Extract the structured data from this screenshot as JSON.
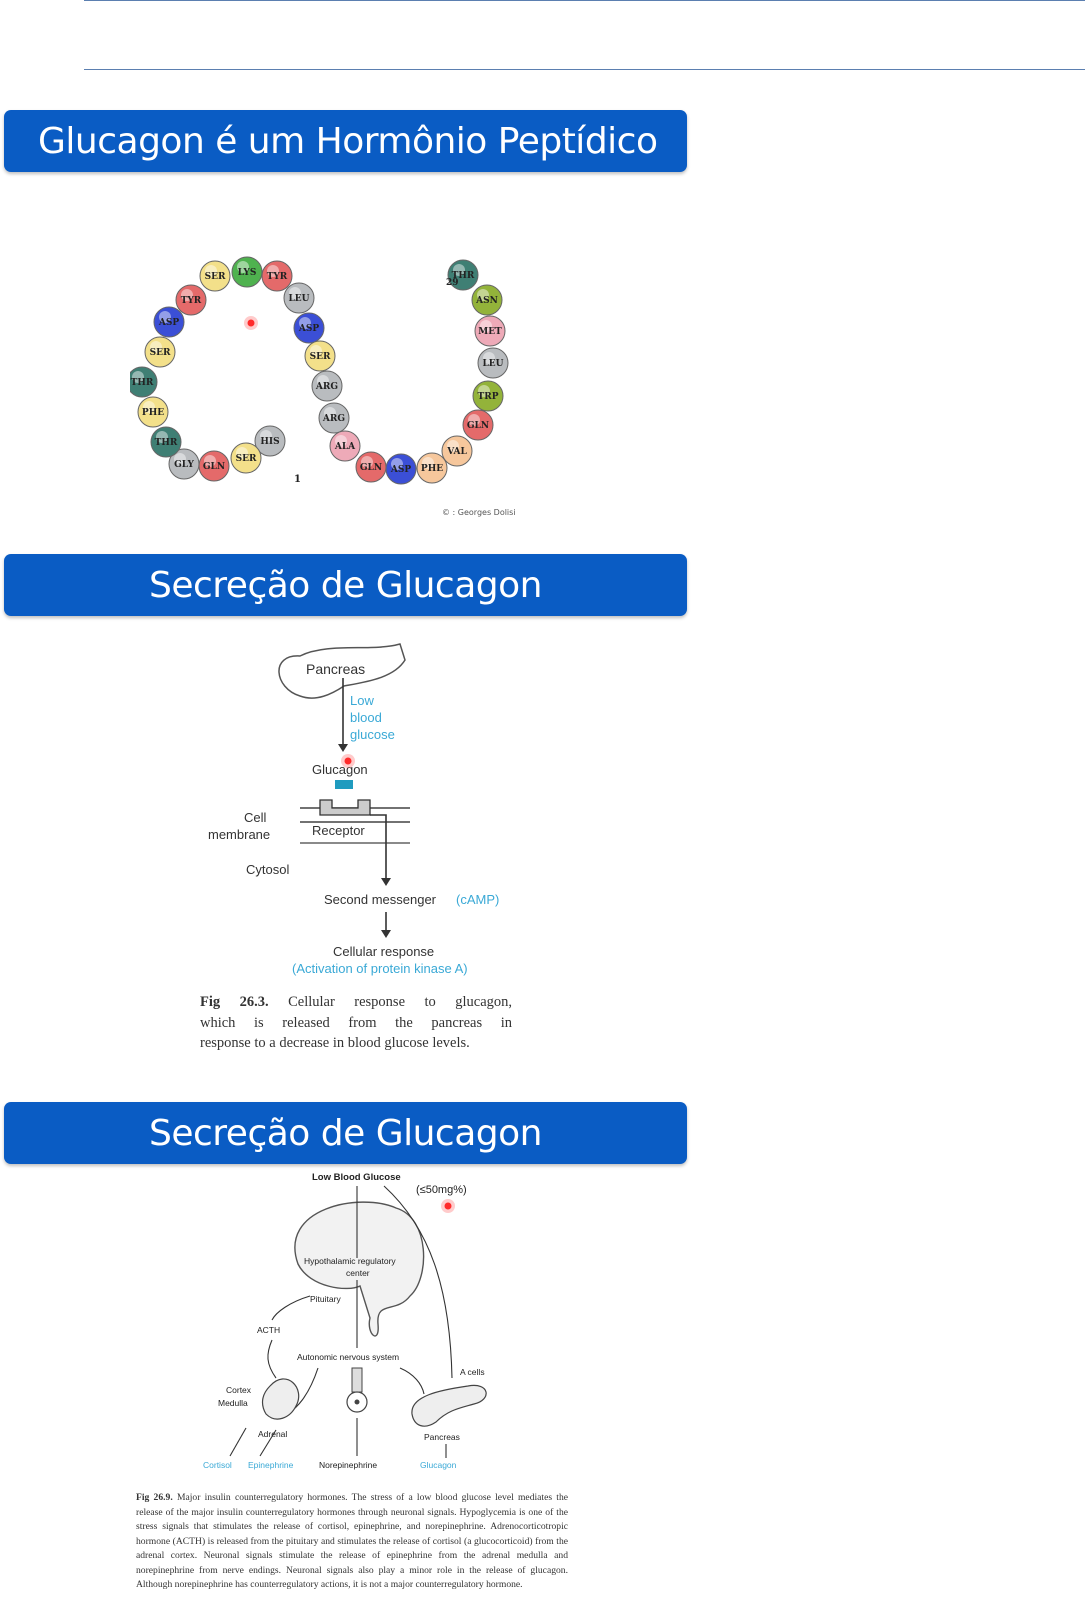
{
  "banners": {
    "slide1_title": "Glucagon é um Hormônio Peptídico",
    "slide2_title": "Secreção de Glucagon",
    "slide3_title": "Secreção de Glucagon"
  },
  "peptide": {
    "beads": [
      "HIS",
      "SER",
      "GLN",
      "GLY",
      "THR",
      "PHE",
      "THR",
      "SER",
      "ASP",
      "TYR",
      "SER",
      "LYS",
      "TYR",
      "LEU",
      "ASP",
      "SER",
      "ARG",
      "ARG",
      "ALA",
      "GLN",
      "ASP",
      "PHE",
      "VAL",
      "GLN",
      "TRP",
      "LEU",
      "MET",
      "ASN",
      "THR"
    ],
    "label_start": "1",
    "label_end": "29",
    "credit": "© : Georges Dolisi",
    "colors": {
      "blue": "#3b4fd6",
      "red": "#e46a6a",
      "green": "#4fb24f",
      "gray": "#b9bcbf",
      "yellow": "#f3e08a",
      "teal": "#3f7f74",
      "olive": "#93b33a",
      "pink": "#eeaab8",
      "peach": "#f6c79c"
    }
  },
  "fig1": {
    "pancreas": "Pancreas",
    "low": "Low",
    "blood": "blood",
    "glucose": "glucose",
    "glucagon": "Glucagon",
    "cell": "Cell",
    "membrane": "membrane",
    "receptor": "Receptor",
    "cytosol": "Cytosol",
    "second_messenger": "Second messenger",
    "camp": "(cAMP)",
    "cellular_response": "Cellular response",
    "activation": "(Activation of protein kinase A)",
    "accent": "#3aa9d6"
  },
  "caption1": {
    "label": "Fig 26.3.",
    "line1": "Cellular response to glucagon,",
    "line2": "which is released from the pancreas in",
    "line3": "response to a decrease in blood glucose levels."
  },
  "fig2": {
    "low_blood_glucose": "Low Blood Glucose",
    "threshold": "(≤50mg%)",
    "hypothalamic": "Hypothalamic regulatory",
    "center": "center",
    "pituitary": "Pituitary",
    "acth": "ACTH",
    "autonomic": "Autonomic nervous system",
    "a_cells": "A cells",
    "cortex": "Cortex",
    "medulla": "Medulla",
    "adrenal": "Adrenal",
    "pancreas": "Pancreas",
    "cortisol": "Cortisol",
    "epinephrine": "Epinephrine",
    "norepinephrine": "Norepinephrine",
    "glucagon": "Glucagon"
  },
  "caption2": {
    "label": "Fig 26.9.",
    "text": "Major insulin counterregulatory hormones. The stress of a low blood glucose level mediates the release of the major insulin counterregulatory hormones through neuronal signals. Hypoglycemia is one of the stress signals that stimulates the release of cortisol, epinephrine, and norepinephrine. Adrenocorticotropic hormone (ACTH) is released from the pituitary and stimulates the release of cortisol (a glucocorticoid) from the adrenal cortex. Neuronal signals stimulate the release of epinephrine from the adrenal medulla and norepinephrine from nerve endings. Neuronal signals also play a minor role in the release of glucagon. Although norepinephrine has counterregulatory actions, it is not a major counterregulatory hormone."
  }
}
